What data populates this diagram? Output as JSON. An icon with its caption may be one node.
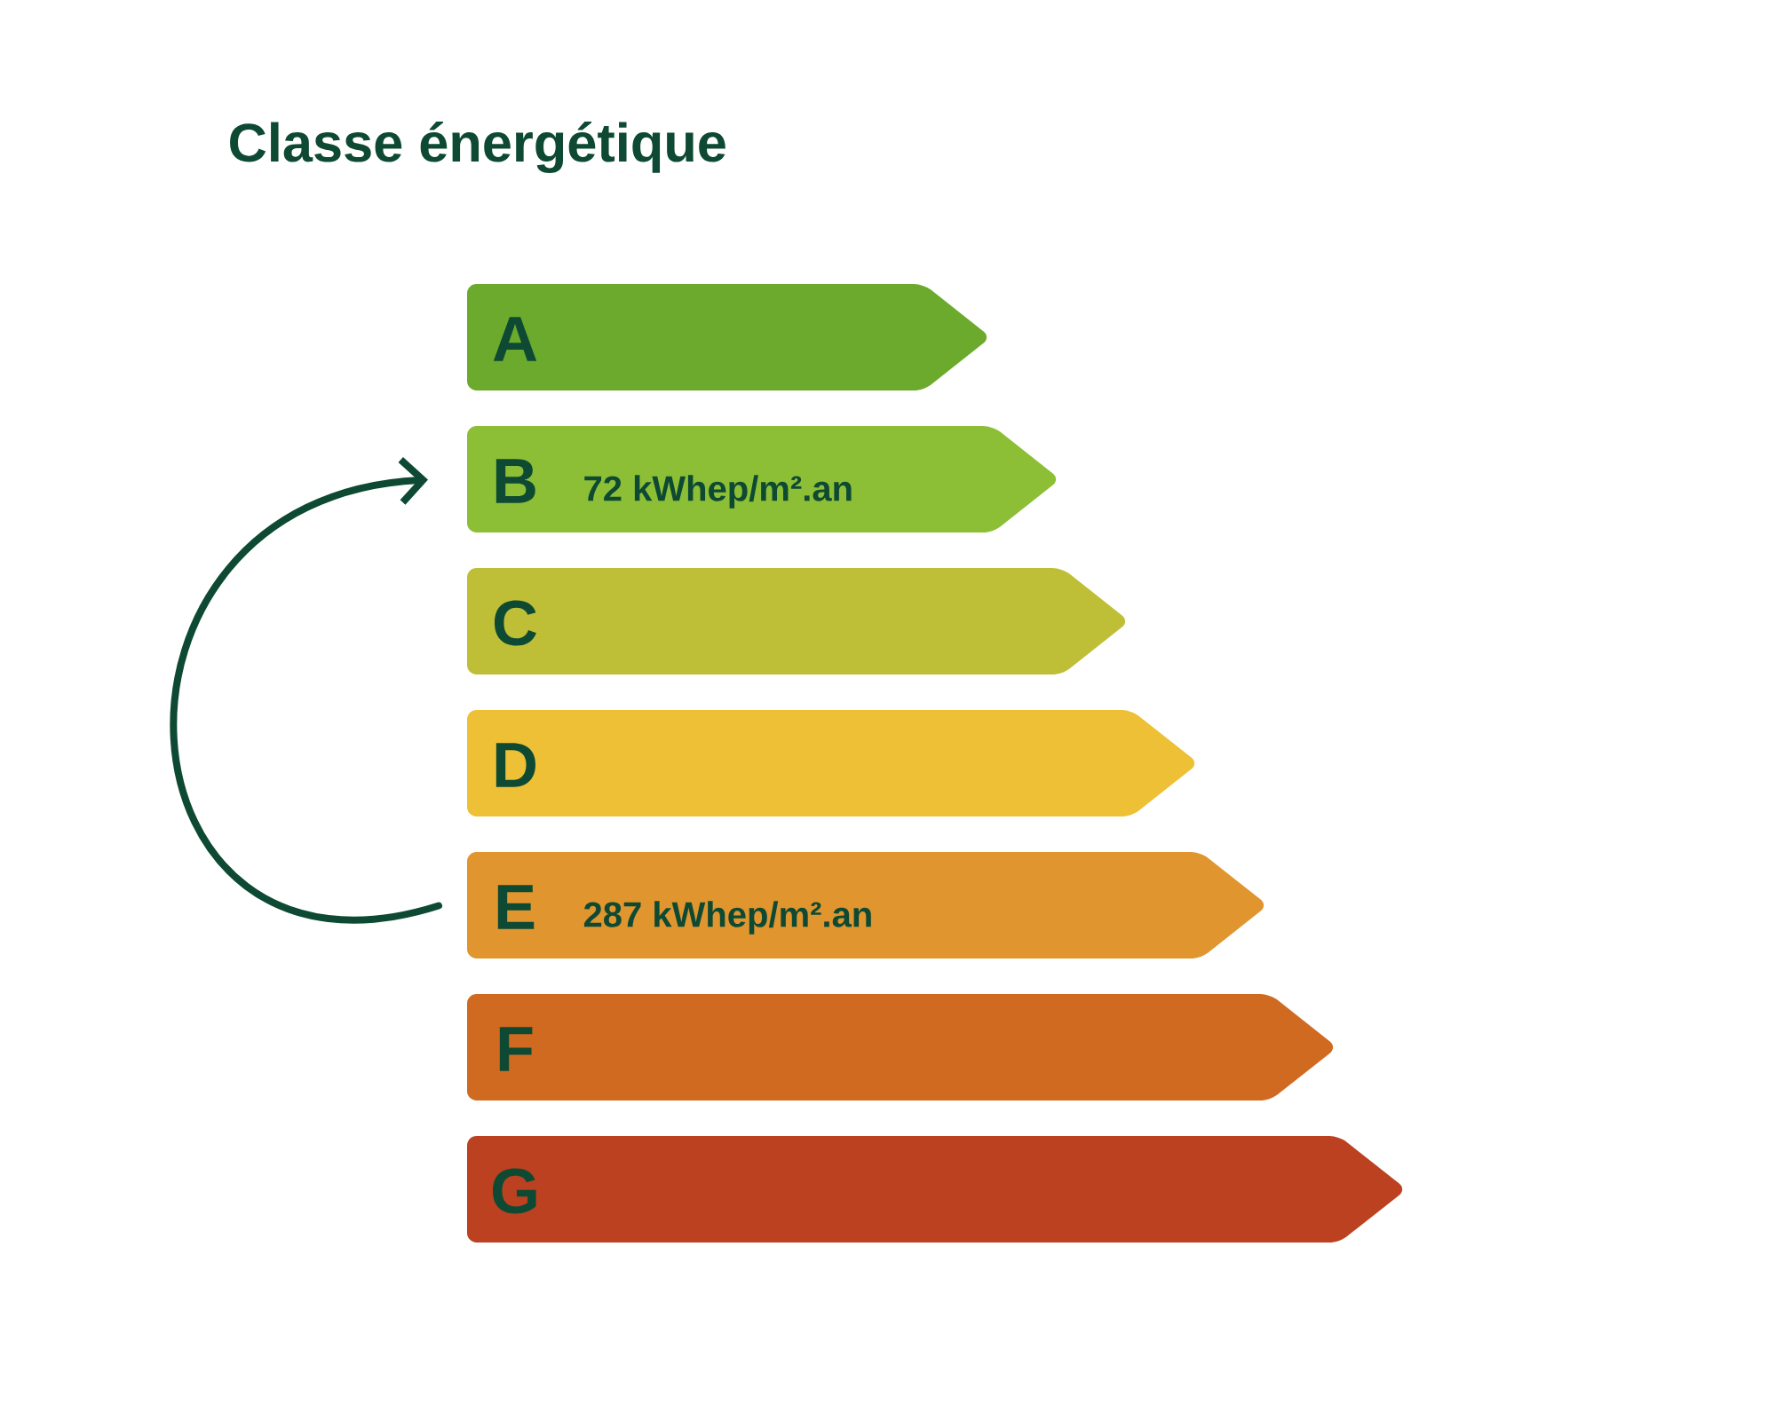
{
  "diagram": {
    "title": "Classe énergétique",
    "nodes": [
      {
        "text": [
          "A"
        ]
      },
      {
        "text": [
          "B",
          "72 kWhep/m².an"
        ]
      },
      {
        "text": [
          "C"
        ]
      },
      {
        "text": [
          "D"
        ]
      },
      {
        "text": [
          "E",
          "287 kWhep/m².an"
        ]
      },
      {
        "text": [
          "F"
        ]
      },
      {
        "text": [
          "G"
        ]
      }
    ],
    "edges": [
      {
        "from": 4,
        "to": 1,
        "arrow": "to"
      }
    ]
  }
}
